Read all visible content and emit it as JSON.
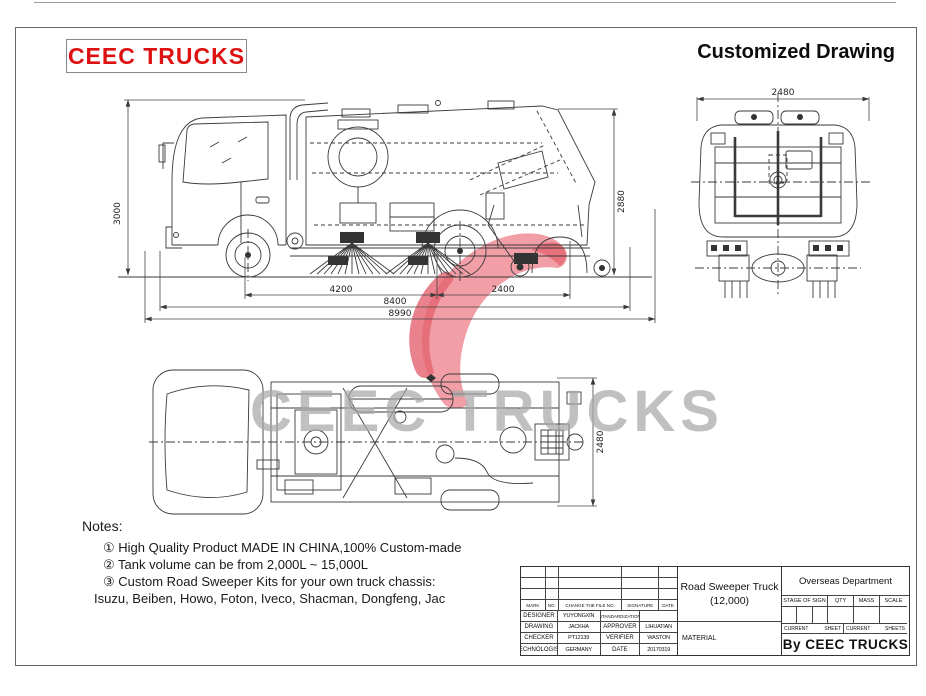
{
  "header": {
    "logo": "CEEC TRUCKS",
    "title": "Customized Drawing"
  },
  "drawing_dimensions": {
    "side_view": {
      "overall_height": "3000",
      "body_height": "2880",
      "wheelbase": "4200",
      "rear_overhang": "2400",
      "chassis_length": "8400",
      "overall_length": "8990"
    },
    "rear_view": {
      "overall_width": "2480"
    },
    "top_view": {
      "overall_width": "2480"
    }
  },
  "watermark": {
    "text": "CEEC TRUCKS"
  },
  "notes": {
    "heading": "Notes:",
    "items": [
      "① High Quality Product MADE IN CHINA,100% Custom-made",
      "② Tank volume can be from 2,000L ~ 15,000L",
      "③ Custom Road Sweeper Kits for your own truck chassis:",
      "Isuzu, Beiben, Howo, Foton, Iveco, Shacman, Dongfeng, Jac"
    ]
  },
  "title_block": {
    "product_name": "Road Sweeper Truck",
    "product_spec": "(12,000)",
    "material_label": "MATERIAL",
    "department": "Overseas Department",
    "by_line": "By CEEC TRUCKS",
    "header_row": [
      "MARK",
      "NO.",
      "CHANGE THE FILE NO.",
      "SIGNATURE",
      "DATE"
    ],
    "rows": [
      {
        "label": "DESIGNER",
        "value": "YUYONGXIN",
        "label2": "STANDARDIZATION",
        "value2": ""
      },
      {
        "label": "DRAWING",
        "value": "JACKHA",
        "label2": "APPROVER",
        "value2": "LIHUATIAN"
      },
      {
        "label": "CHECKER",
        "value": "PT12139",
        "label2": "VERIFIER",
        "value2": "WASTON"
      },
      {
        "label": "TECHNOLOGIST",
        "value": "GERMANY",
        "label2": "DATE",
        "value2": "20170319"
      }
    ],
    "sign_headers": [
      "STAGE OF SIGN",
      "QTY",
      "MASS",
      "SCALE"
    ],
    "sheet_row": [
      "CURRENT",
      "SHEET",
      "CURRENT",
      "SHEETS"
    ]
  },
  "colors": {
    "logo_red": "#dd1111",
    "watermark_pink": "#ee8d98",
    "watermark_pink_dark": "#e3636f",
    "line_color": "#3a3a3a"
  }
}
